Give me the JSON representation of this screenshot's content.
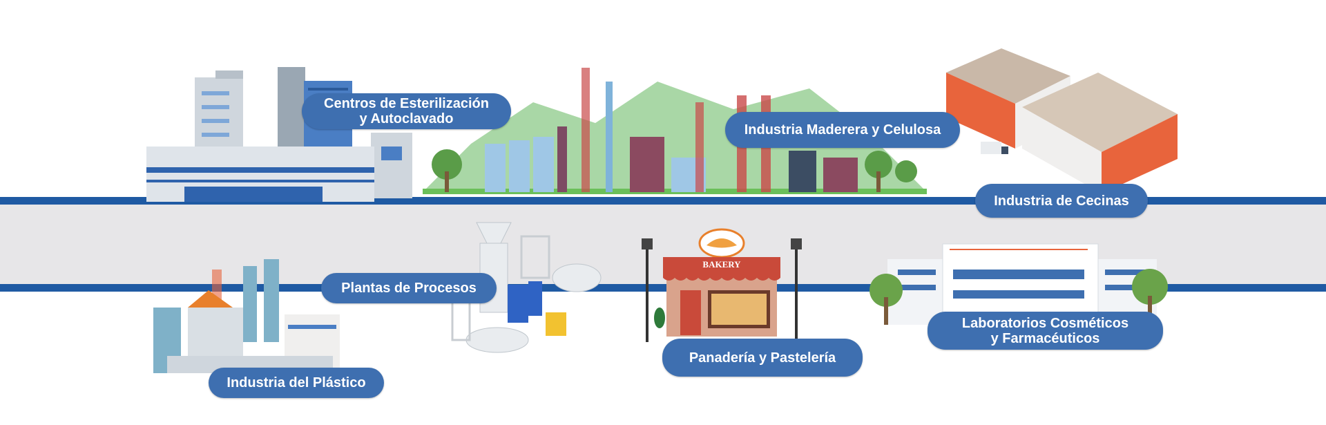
{
  "industries": [
    {
      "id": "esterilizacion",
      "line1": "Centros de Esterilización",
      "line2": "y Autoclavado"
    },
    {
      "id": "maderera",
      "line1": "Industria Maderera y Celulosa",
      "line2": ""
    },
    {
      "id": "cecinas",
      "line1": "Industria de Cecinas",
      "line2": ""
    },
    {
      "id": "procesos",
      "line1": "Plantas de Procesos",
      "line2": ""
    },
    {
      "id": "plastico",
      "line1": "Industria del Plástico",
      "line2": ""
    },
    {
      "id": "panaderia",
      "line1": "Panadería y Pastelería",
      "line2": ""
    },
    {
      "id": "laboratorios",
      "line1": "Laboratorios Cosméticos",
      "line2": "y Farmacéuticos"
    }
  ],
  "bakery_sign": "BAKERY",
  "colors": {
    "pill": "#3e6fb0",
    "rail": "#1f5aa3",
    "band": "#e7e6e8"
  }
}
